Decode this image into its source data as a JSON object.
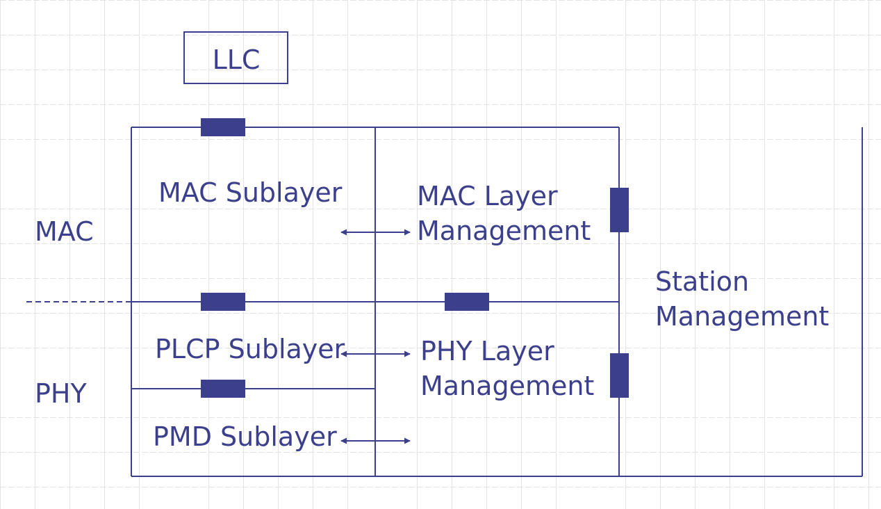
{
  "colors": {
    "ink": "#3b3f8c",
    "grid": "#e3e3e3",
    "background": "#ffffff"
  },
  "labels": {
    "llc": "LLC",
    "mac_side": "MAC",
    "phy_side": "PHY",
    "mac_sublayer": "MAC Sublayer",
    "plcp_sublayer": "PLCP Sublayer",
    "pmd_sublayer": "PMD Sublayer",
    "mac_mgmt_line1": "MAC Layer",
    "mac_mgmt_line2": "Management",
    "phy_mgmt_line1": "PHY Layer",
    "phy_mgmt_line2": "Management",
    "station_line1": "Station",
    "station_line2": "Management"
  }
}
